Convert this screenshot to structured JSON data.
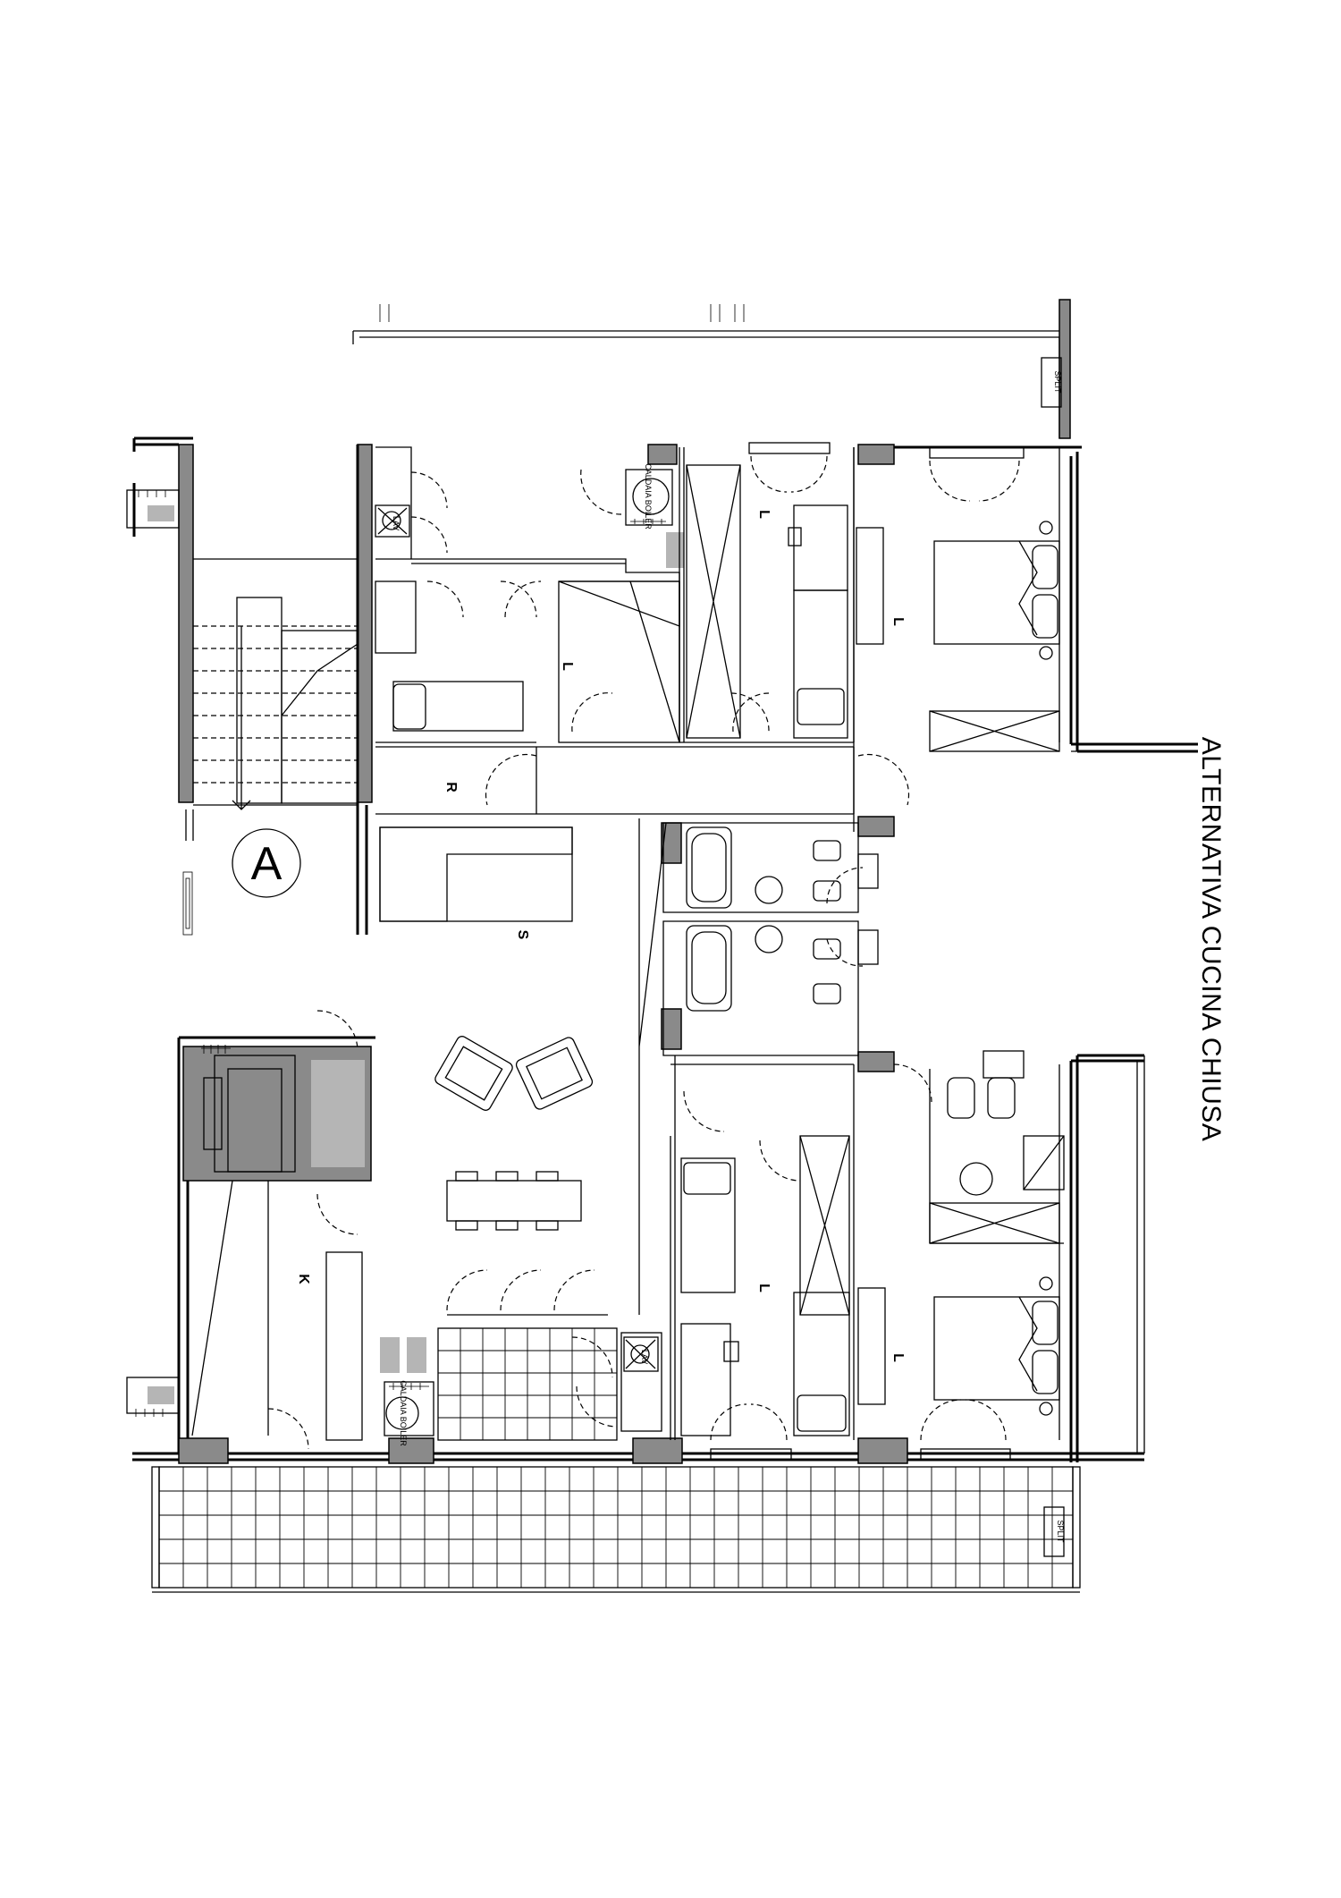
{
  "drawing": {
    "title": "ALTERNATIVA CUCINA CHIUSA",
    "marker": "A"
  },
  "rooms": {
    "bedroom_top_left": "L",
    "bedroom_top_mid": "L",
    "bedroom_top_right": "L",
    "corridor": "R",
    "living": "S",
    "kitchen": "K",
    "bedroom_bottom_mid": "L",
    "bedroom_bottom_right": "L"
  },
  "equipment": {
    "split_top": "SPLIT",
    "split_bottom": "SPLIT",
    "boiler_top": "CALDAIA BOILER",
    "boiler_bottom": "CALDAIA BOILER",
    "washer_top": "LAV",
    "washer_bottom": "LAV"
  }
}
